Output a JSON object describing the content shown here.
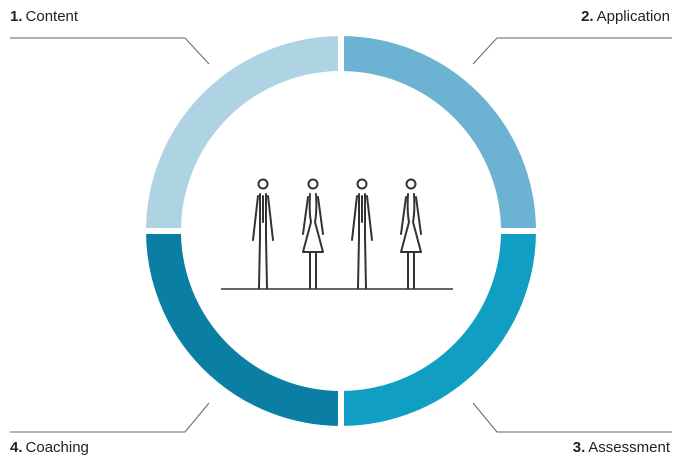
{
  "diagram": {
    "segments": [
      {
        "id": "content",
        "number": "1.",
        "label": "Content",
        "color": "#aed3e3"
      },
      {
        "id": "application",
        "number": "2.",
        "label": "Application",
        "color": "#6cb2d2"
      },
      {
        "id": "assessment",
        "number": "3.",
        "label": "Assessment",
        "color": "#109ec2"
      },
      {
        "id": "coaching",
        "number": "4.",
        "label": "Coaching",
        "color": "#0a7ea3"
      }
    ],
    "figures": [
      "man",
      "woman",
      "man",
      "woman"
    ],
    "icon_color": "#333333",
    "leader_color": "#666666"
  }
}
